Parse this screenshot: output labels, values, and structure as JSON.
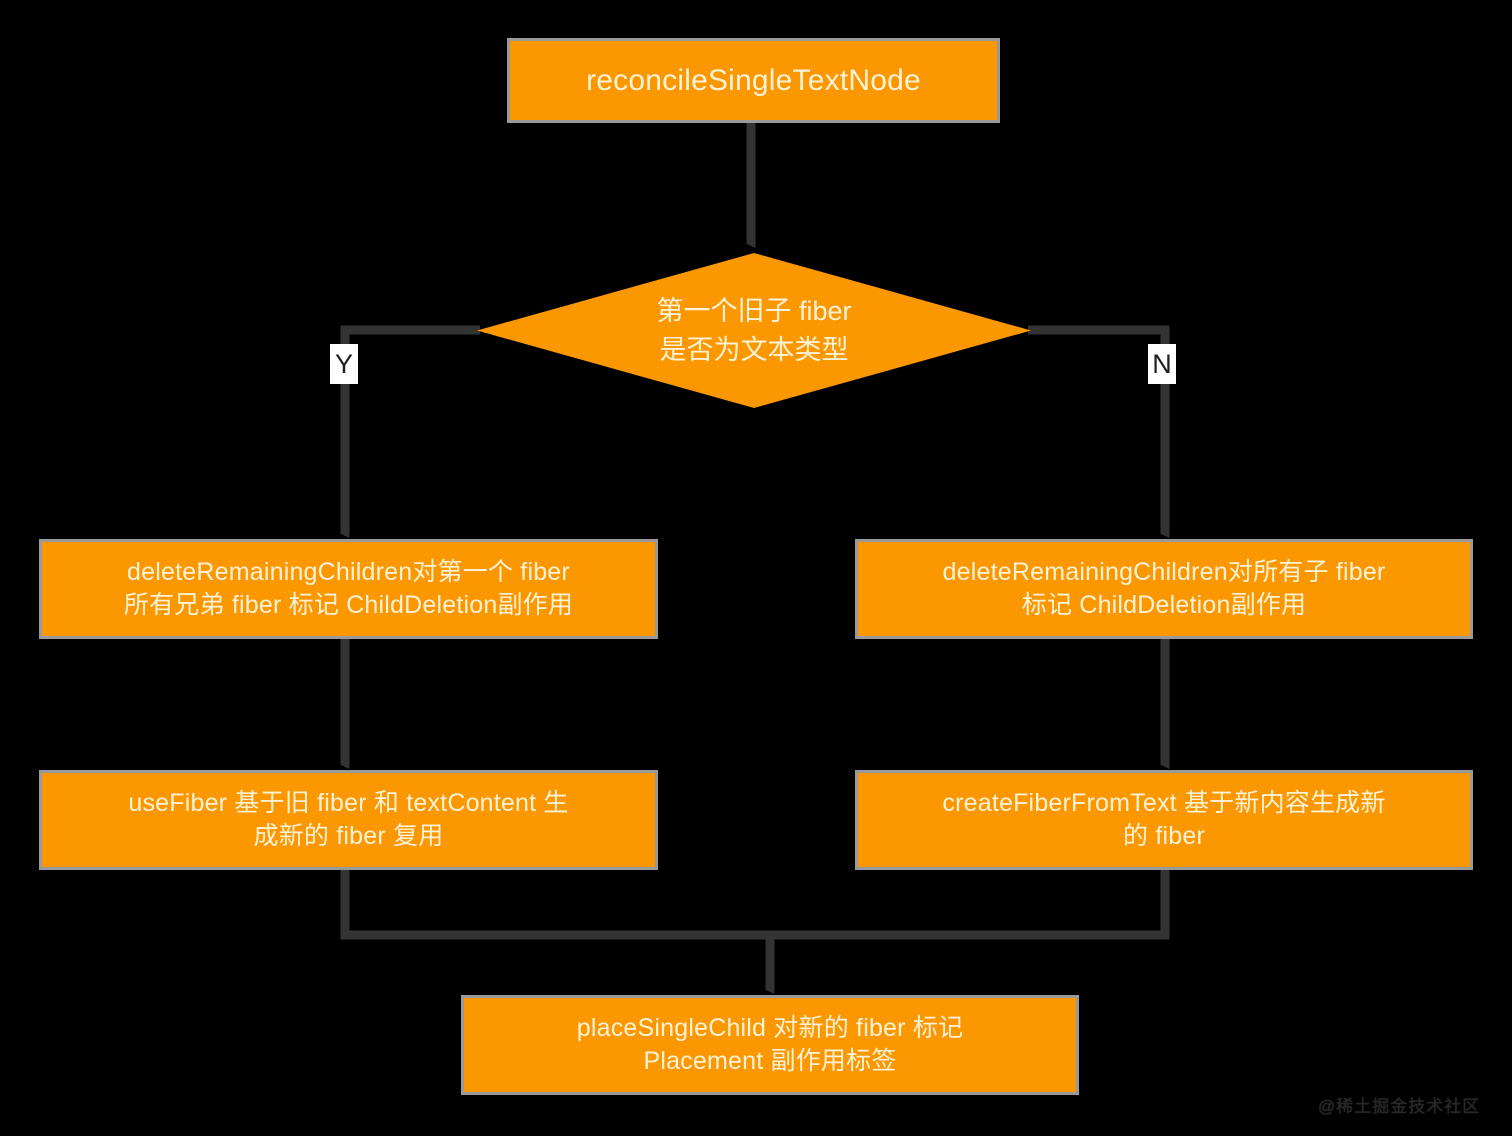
{
  "diagram": {
    "title": "reconcileSingleTextNode flow",
    "colors": {
      "node_fill": "#fb9700",
      "node_text": "#fdf2d6",
      "node_border": "#9a9a9a",
      "connector": "#333333",
      "background": "#000000",
      "edge_label_bg": "#ffffff",
      "edge_label_text": "#1f1f1f"
    },
    "nodes": {
      "root": {
        "label": "reconcileSingleTextNode",
        "shape": "rectangle"
      },
      "decision": {
        "label": "第一个旧子 fiber\n是否为文本类型",
        "shape": "diamond"
      },
      "left_delete": {
        "label": "deleteRemainingChildren对第一个 fiber\n所有兄弟 fiber 标记 ChildDeletion副作用",
        "shape": "rectangle"
      },
      "right_delete": {
        "label": "deleteRemainingChildren对所有子 fiber\n标记 ChildDeletion副作用",
        "shape": "rectangle"
      },
      "left_usefiber": {
        "label": "useFiber 基于旧 fiber 和 textContent 生\n成新的 fiber 复用",
        "shape": "rectangle"
      },
      "right_createfiber": {
        "label": "createFiberFromText 基于新内容生成新\n的 fiber",
        "shape": "rectangle"
      },
      "place": {
        "label": "placeSingleChild 对新的 fiber 标记\nPlacement 副作用标签",
        "shape": "rectangle"
      }
    },
    "edge_labels": {
      "yes": "Y",
      "no": "N"
    },
    "watermark": "@稀土掘金技术社区"
  }
}
